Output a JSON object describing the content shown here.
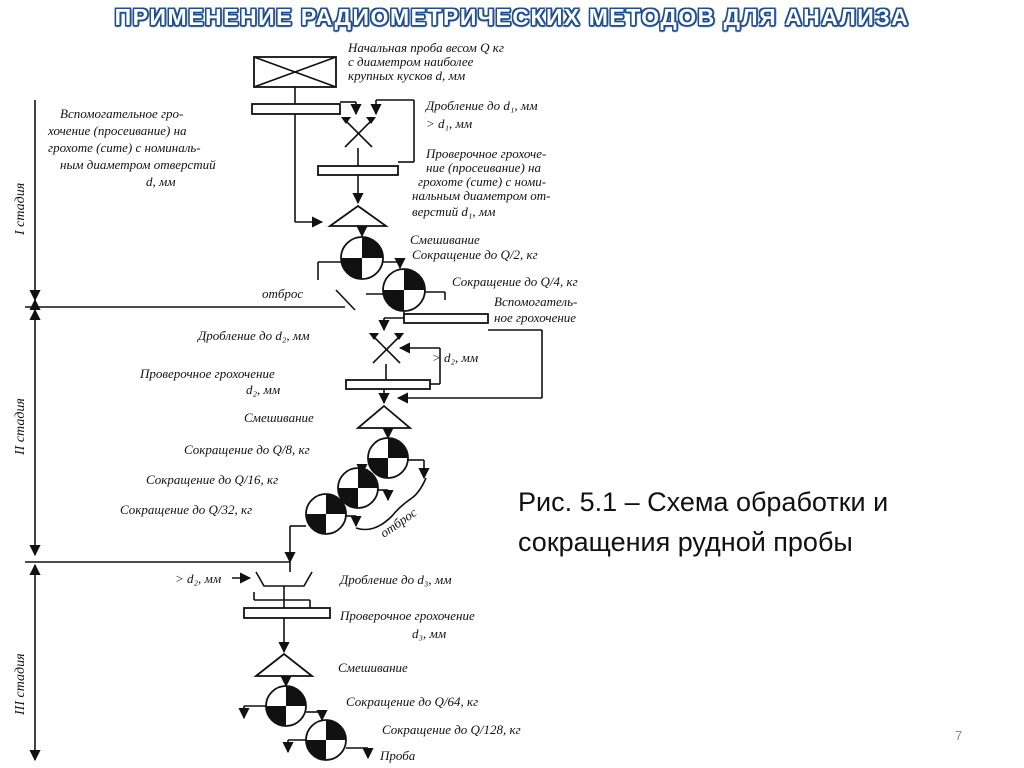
{
  "slide": {
    "title": "ПРИМЕНЕНИЕ РАДИОМЕТРИЧЕСКИХ МЕТОДОВ ДЛЯ АНАЛИЗА",
    "caption_line1": "Рис. 5.1 – Схема обработки и",
    "caption_line2": "сокращения рудной пробы",
    "page_number": "7"
  },
  "stages": {
    "stage1": "I стадия",
    "stage2": "II стадия",
    "stage3": "III стадия"
  },
  "labels": {
    "initial_1": "Начальная проба весом Q кг",
    "initial_2": "с диаметром наиболее",
    "initial_3": "крупных кусков d, мм",
    "aux_screen_1": "Вспомогательное гро-",
    "aux_screen_2": "хочение (просеивание) на",
    "aux_screen_3": "грохоте (сите) с номиналь-",
    "aux_screen_4": "ным диаметром отверстий",
    "aux_screen_5": "d, мм",
    "crush_d1": "Дробление до d₁, мм",
    "oversize_d1": "> d₁, мм",
    "check_screen_1": "Проверочное грохоче-",
    "check_screen_2": "ние (просеивание) на",
    "check_screen_3": "грохоте (сите) с номи-",
    "check_screen_4": "нальным диаметром от-",
    "check_screen_5": "верстий d₁, мм",
    "mixing_1": "Смешивание",
    "reduce_q2": "Сокращение до Q/2, кг",
    "reduce_q4": "Сокращение до Q/4, кг",
    "reject_1": "отброс",
    "aux_screen2_1": "Вспомогатель-",
    "aux_screen2_2": "ное грохочение",
    "crush_d2": "Дробление до d₂, мм",
    "oversize_d2": "> d₂, мм",
    "check_d2_1": "Проверочное грохочение",
    "check_d2_2": "d₂, мм",
    "mixing_2": "Смешивание",
    "reduce_q8": "Сокращение до Q/8, кг",
    "reduce_q16": "Сокращение до Q/16, кг",
    "reduce_q32": "Сокращение до Q/32, кг",
    "reject_2": "отброс",
    "oversize_d2b": "> d₂, мм",
    "crush_d3": "Дробление до d₃, мм",
    "check_d3_1": "Проверочное грохочение",
    "check_d3_2": "d₃, мм",
    "mixing_3": "Смешивание",
    "reduce_q64": "Сокращение до Q/64, кг",
    "reduce_q128": "Сокращение до Q/128, кг",
    "sample": "Проба"
  }
}
